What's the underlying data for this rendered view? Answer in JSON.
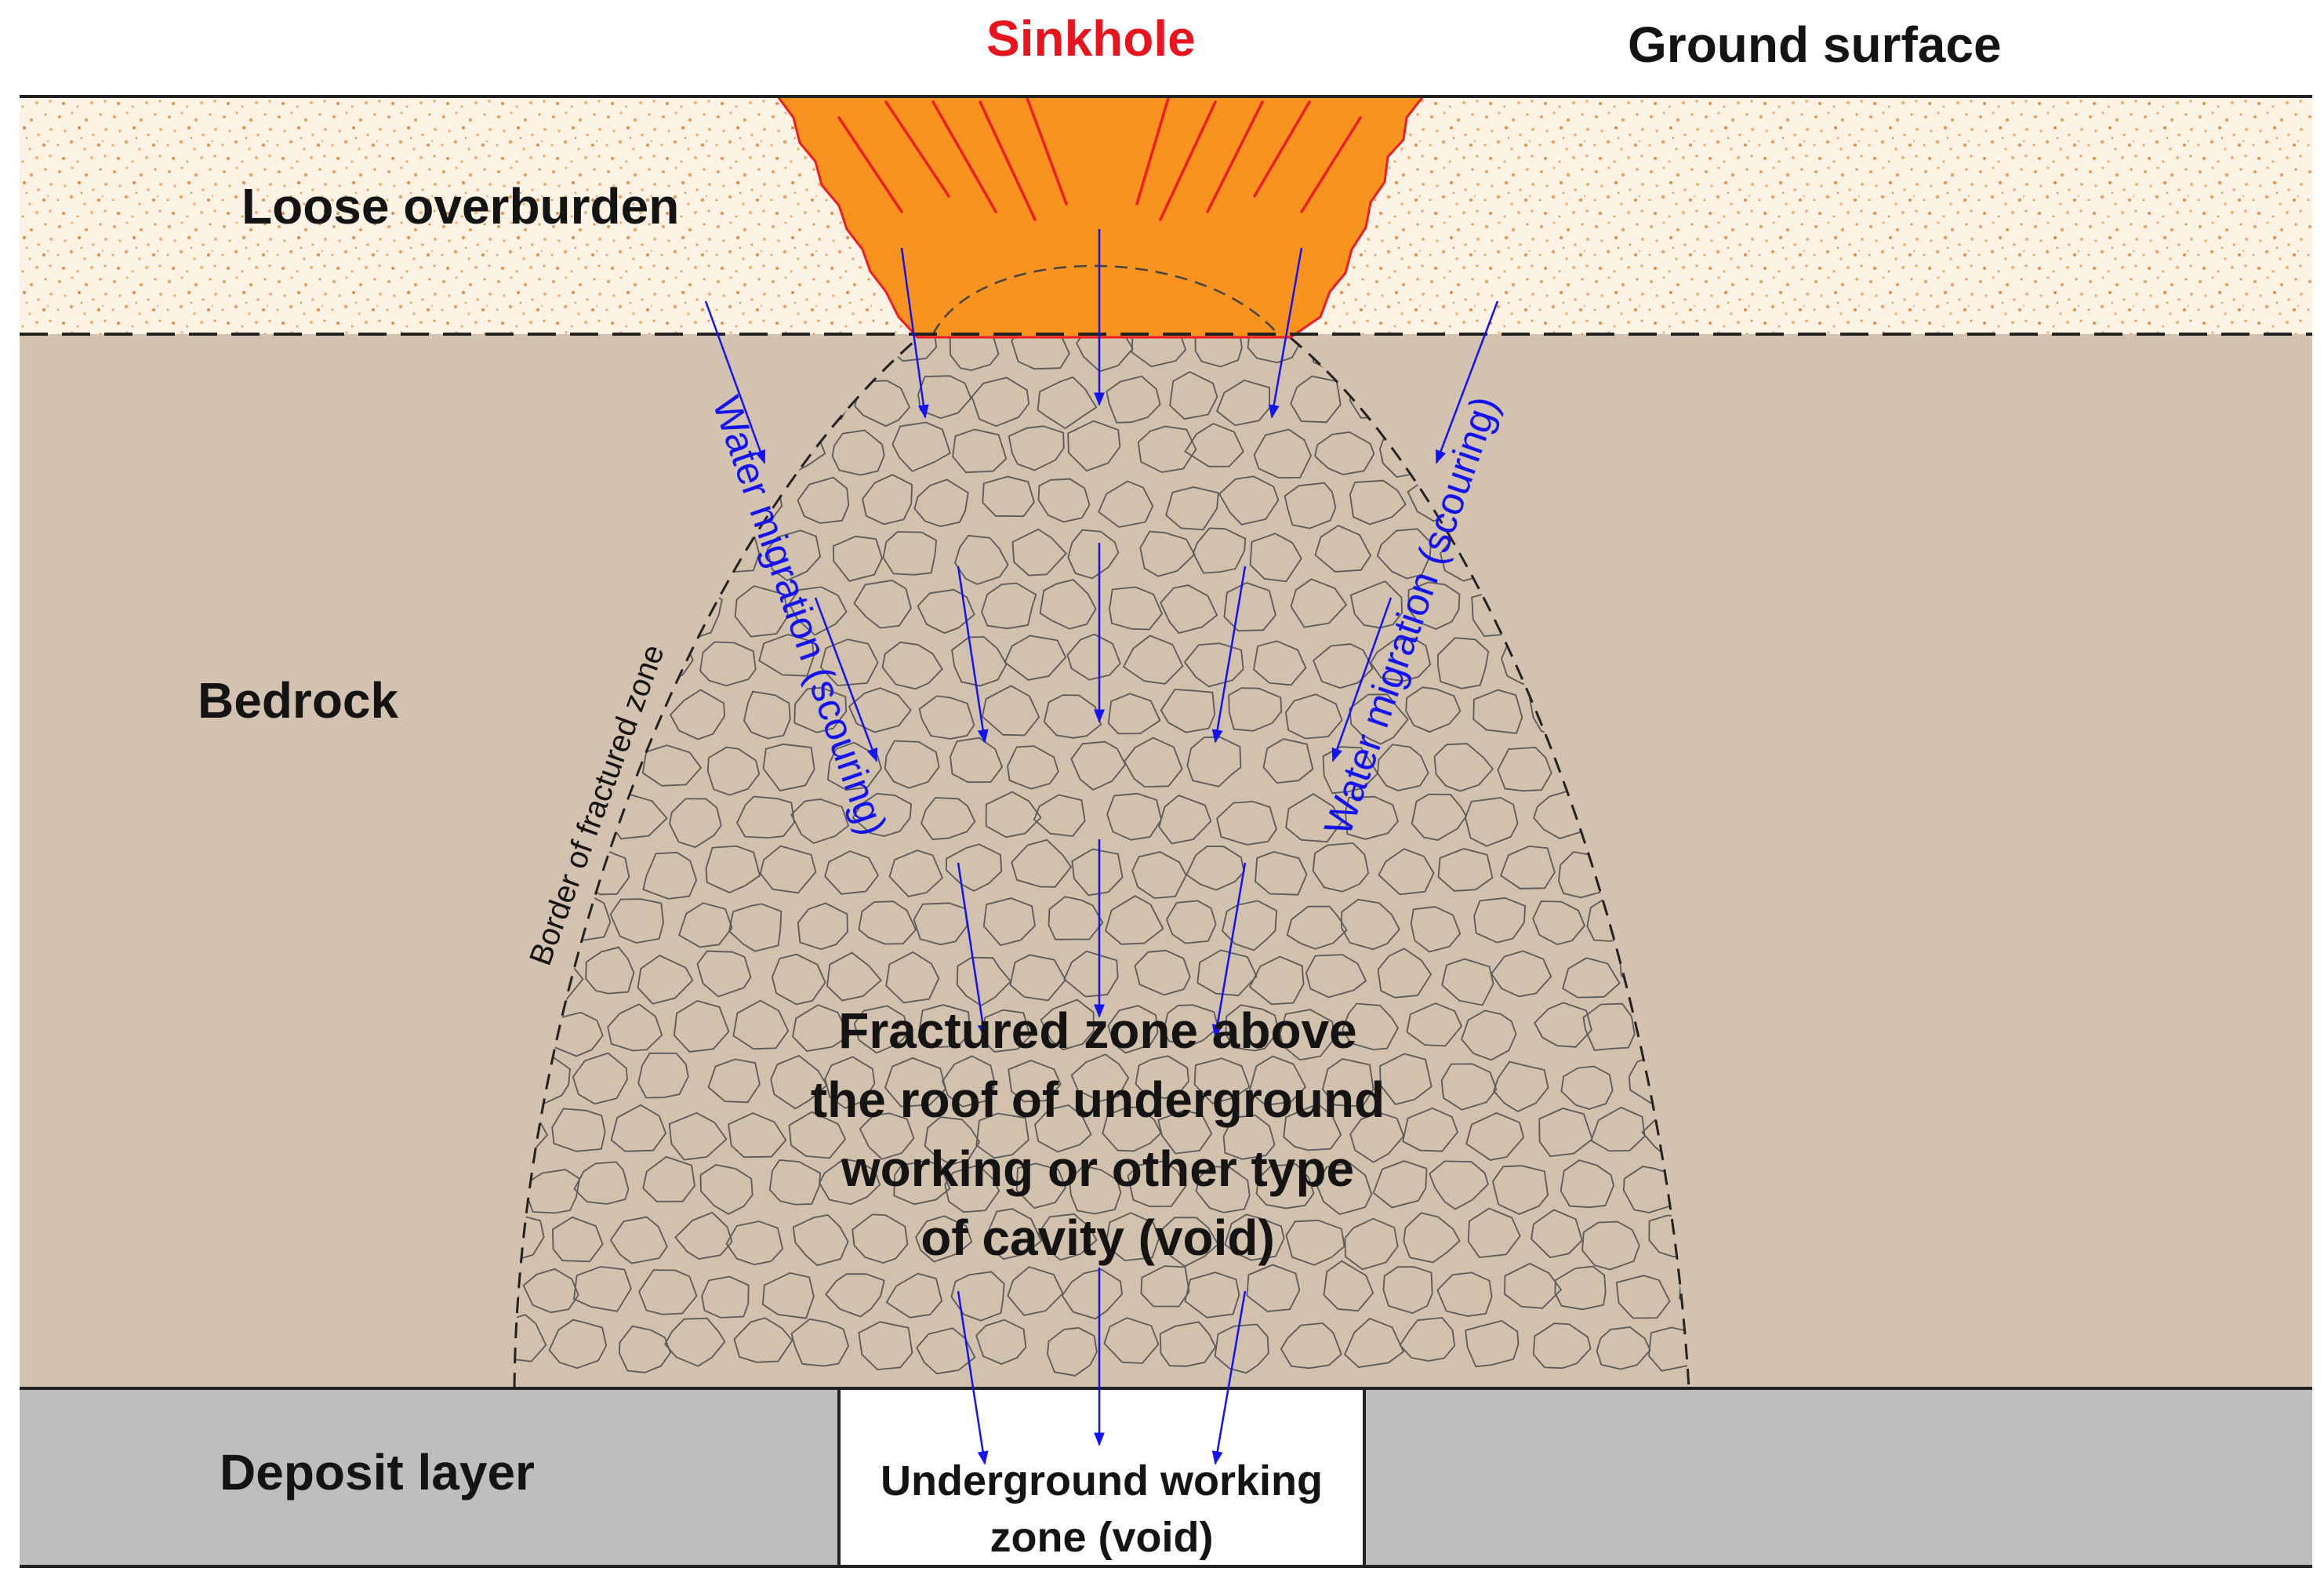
{
  "labels": {
    "sinkhole": "Sinkhole",
    "ground_surface": "Ground surface",
    "loose_overburden": "Loose overburden",
    "bedrock": "Bedrock",
    "deposit_layer": "Deposit layer",
    "border_fractured": "Border of fractured zone",
    "water_left": "Water migration (scouring)",
    "water_right": "Water migration (scouring)",
    "fractured_zone": [
      "Fractured zone above",
      "the roof of underground",
      "working or other type",
      "of cavity (void)"
    ],
    "void": [
      "Underground working",
      "zone (void)"
    ]
  },
  "colors": {
    "overburden": "#fdf3e5",
    "overburden_speckle": "#e9a25a",
    "bedrock": "#d3c2af",
    "deposit": "#bebebe",
    "void": "#ffffff",
    "sinkhole_fill": "#f7931e",
    "sinkhole_rays": "#ee1c25",
    "sinkhole_text": "#e8141e",
    "arrows": "#1414f0",
    "outline": "#222222",
    "rubble_stroke": "#555555"
  }
}
